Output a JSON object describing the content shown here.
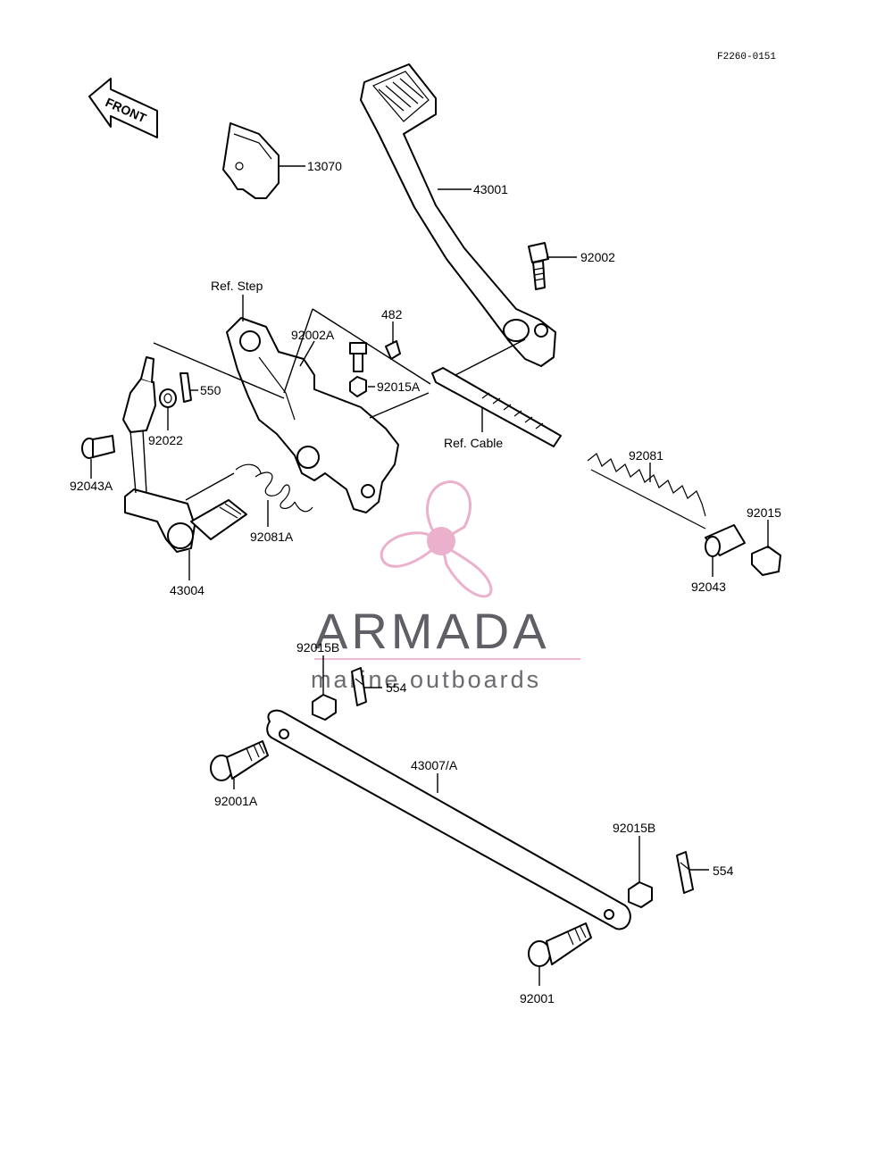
{
  "diagram_code": "F2260-0151",
  "front_arrow_label": "FRONT",
  "watermark": {
    "brand": "ARMADA",
    "tagline": "marine outboards",
    "brand_color": "#5f5f66",
    "accent_color": "#e7a3c4"
  },
  "callouts": [
    {
      "id": "13070",
      "text": "13070"
    },
    {
      "id": "43001",
      "text": "43001"
    },
    {
      "id": "92002",
      "text": "92002"
    },
    {
      "id": "ref-step",
      "text": "Ref. Step"
    },
    {
      "id": "482",
      "text": "482"
    },
    {
      "id": "92002A",
      "text": "92002A"
    },
    {
      "id": "550",
      "text": "550"
    },
    {
      "id": "92015A",
      "text": "92015A"
    },
    {
      "id": "92022",
      "text": "92022"
    },
    {
      "id": "ref-cable",
      "text": "Ref. Cable"
    },
    {
      "id": "92043A",
      "text": "92043A"
    },
    {
      "id": "92081",
      "text": "92081"
    },
    {
      "id": "92081A",
      "text": "92081A"
    },
    {
      "id": "92015",
      "text": "92015"
    },
    {
      "id": "43004",
      "text": "43004"
    },
    {
      "id": "92043",
      "text": "92043"
    },
    {
      "id": "92015B-top",
      "text": "92015B"
    },
    {
      "id": "554-top",
      "text": "554"
    },
    {
      "id": "43007A",
      "text": "43007/A"
    },
    {
      "id": "92001A",
      "text": "92001A"
    },
    {
      "id": "92015B-bottom",
      "text": "92015B"
    },
    {
      "id": "554-bottom",
      "text": "554"
    },
    {
      "id": "92001",
      "text": "92001"
    }
  ]
}
